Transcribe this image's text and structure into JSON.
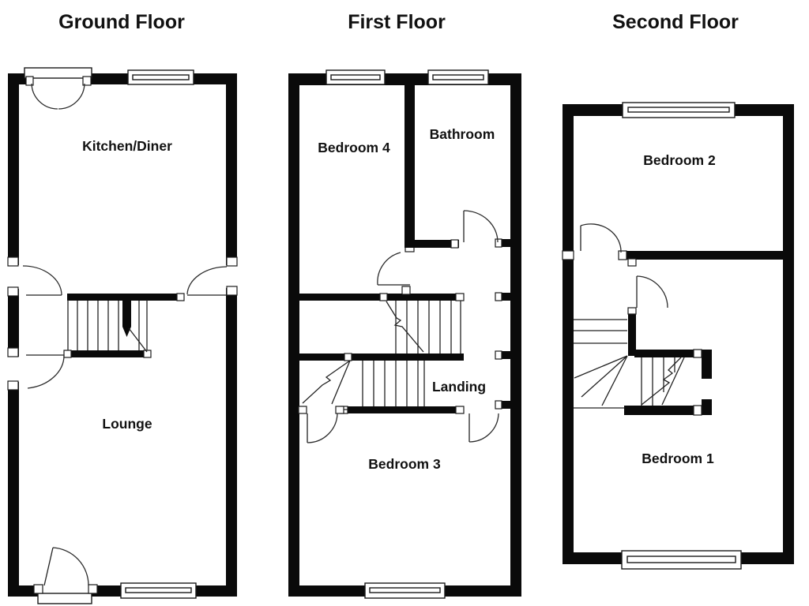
{
  "document": {
    "type": "floorplan",
    "background": "#ffffff",
    "wall_color": "#0a0a0a",
    "line_color": "#222222"
  },
  "floors": [
    {
      "title": "Ground Floor",
      "rooms": [
        {
          "label": "Kitchen/Diner"
        },
        {
          "label": "Lounge"
        }
      ]
    },
    {
      "title": "First Floor",
      "rooms": [
        {
          "label": "Bedroom 4"
        },
        {
          "label": "Bathroom"
        },
        {
          "label": "Landing"
        },
        {
          "label": "Bedroom 3"
        }
      ]
    },
    {
      "title": "Second Floor",
      "rooms": [
        {
          "label": "Bedroom 2"
        },
        {
          "label": "Bedroom 1"
        }
      ]
    }
  ]
}
